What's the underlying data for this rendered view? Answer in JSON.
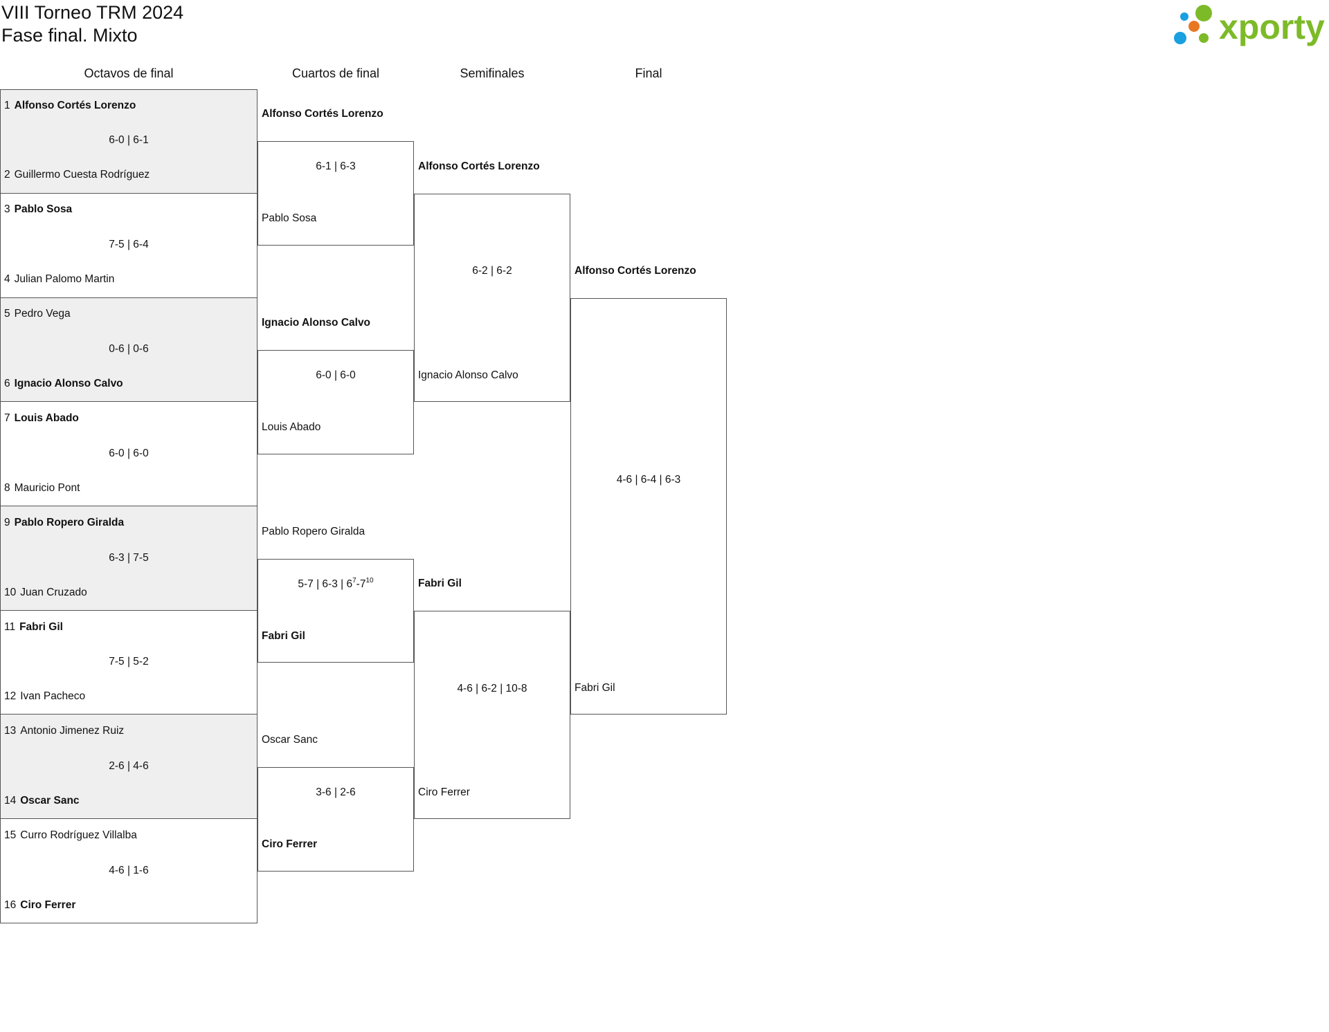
{
  "header": {
    "title": "VIII Torneo TRM 2024",
    "subtitle": "Fase final. Mixto",
    "logo_text": "xporty",
    "logo_colors": [
      "#1a9fe0",
      "#e87722",
      "#7dba28"
    ]
  },
  "rounds": {
    "r16": "Octavos de final",
    "qf": "Cuartos de final",
    "sf": "Semifinales",
    "final": "Final"
  },
  "r16": [
    {
      "seed1": "1",
      "p1": "Alfonso Cortés Lorenzo",
      "seed2": "2",
      "p2": "Guillermo Cuesta Rodríguez",
      "score": "6-0 | 6-1",
      "winner": 1
    },
    {
      "seed1": "3",
      "p1": "Pablo Sosa",
      "seed2": "4",
      "p2": "Julian Palomo Martin",
      "score": "7-5 | 6-4",
      "winner": 1
    },
    {
      "seed1": "5",
      "p1": "Pedro Vega",
      "seed2": "6",
      "p2": "Ignacio Alonso Calvo",
      "score": "0-6 | 0-6",
      "winner": 2
    },
    {
      "seed1": "7",
      "p1": "Louis Abado",
      "seed2": "8",
      "p2": "Mauricio Pont",
      "score": "6-0 | 6-0",
      "winner": 1
    },
    {
      "seed1": "9",
      "p1": "Pablo Ropero Giralda",
      "seed2": "10",
      "p2": "Juan Cruzado",
      "score": "6-3 | 7-5",
      "winner": 1
    },
    {
      "seed1": "11",
      "p1": "Fabri Gil",
      "seed2": "12",
      "p2": "Ivan Pacheco",
      "score": "7-5 | 5-2",
      "winner": 1
    },
    {
      "seed1": "13",
      "p1": "Antonio Jimenez Ruiz",
      "seed2": "14",
      "p2": "Oscar Sanc",
      "score": "2-6 | 4-6",
      "winner": 2
    },
    {
      "seed1": "15",
      "p1": "Curro Rodríguez Villalba",
      "seed2": "16",
      "p2": "Ciro Ferrer",
      "score": "4-6 | 1-6",
      "winner": 2
    }
  ],
  "qf": [
    {
      "p1": "Alfonso Cortés Lorenzo",
      "p2": "Pablo Sosa",
      "score": "6-1 | 6-3",
      "winner": 1
    },
    {
      "p1": "Ignacio Alonso Calvo",
      "p2": "Louis Abado",
      "score": "6-0 | 6-0",
      "winner": 1
    },
    {
      "p1": "Pablo Ropero Giralda",
      "p2": "Fabri Gil",
      "score_parts": [
        "5-7 | 6-3 | 6",
        "7",
        "-7",
        "10"
      ],
      "winner": 2
    },
    {
      "p1": "Oscar Sanc",
      "p2": "Ciro Ferrer",
      "score": "3-6 | 2-6",
      "winner": 2
    }
  ],
  "sf": [
    {
      "p1": "Alfonso Cortés Lorenzo",
      "p2": "Ignacio Alonso Calvo",
      "score": "6-2 | 6-2",
      "winner": 1
    },
    {
      "p1": "Fabri Gil",
      "p2": "Ciro Ferrer",
      "score": "4-6 | 6-2 | 10-8",
      "winner": 1
    }
  ],
  "final": {
    "p1": "Alfonso Cortés Lorenzo",
    "p2": "Fabri Gil",
    "score": "4-6 | 6-4 | 6-3",
    "winner": 1
  }
}
